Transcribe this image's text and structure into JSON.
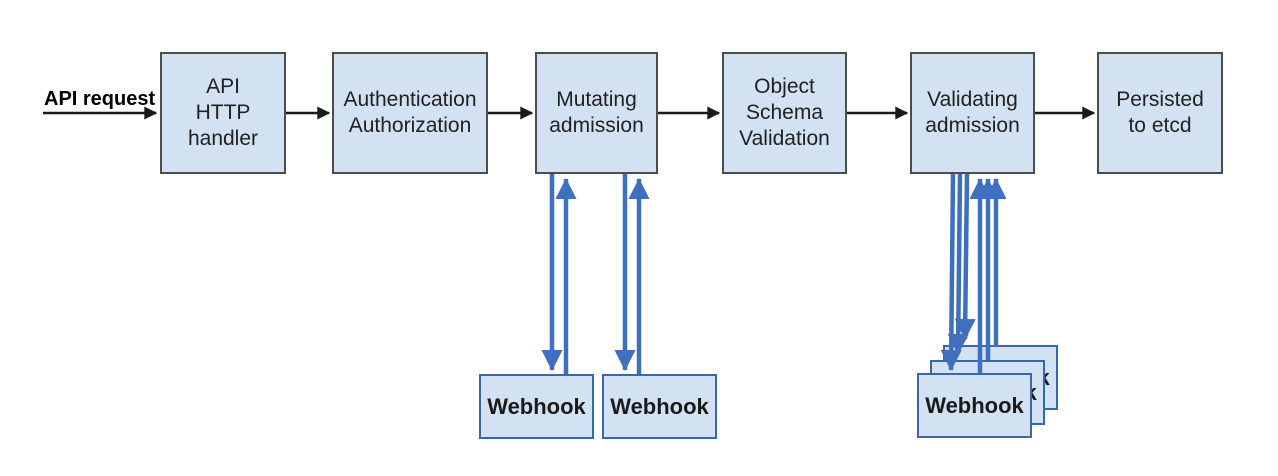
{
  "colors": {
    "node_fill": "#d3e2f2",
    "node_border": "#4d4d4d",
    "webhook_border": "#3a67a8",
    "flow_arrow": "#1a1a1a",
    "webhook_arrow": "#3e70bf"
  },
  "entry": {
    "label": "API request"
  },
  "pipeline": [
    {
      "id": "api-http-handler",
      "label": "API\nHTTP\nhandler"
    },
    {
      "id": "authentication-authorization",
      "label": "Authentication\nAuthorization"
    },
    {
      "id": "mutating-admission",
      "label": "Mutating\nadmission"
    },
    {
      "id": "object-schema-validation",
      "label": "Object\nSchema\nValidation"
    },
    {
      "id": "validating-admission",
      "label": "Validating\nadmission"
    },
    {
      "id": "persisted-to-etcd",
      "label": "Persisted\nto etcd"
    }
  ],
  "webhooks": {
    "mutating": [
      {
        "label": "Webhook"
      },
      {
        "label": "Webhook"
      }
    ],
    "validating": [
      {
        "label": "Webhook"
      },
      {
        "label": "Webhook"
      },
      {
        "label": "Webhook"
      }
    ]
  }
}
